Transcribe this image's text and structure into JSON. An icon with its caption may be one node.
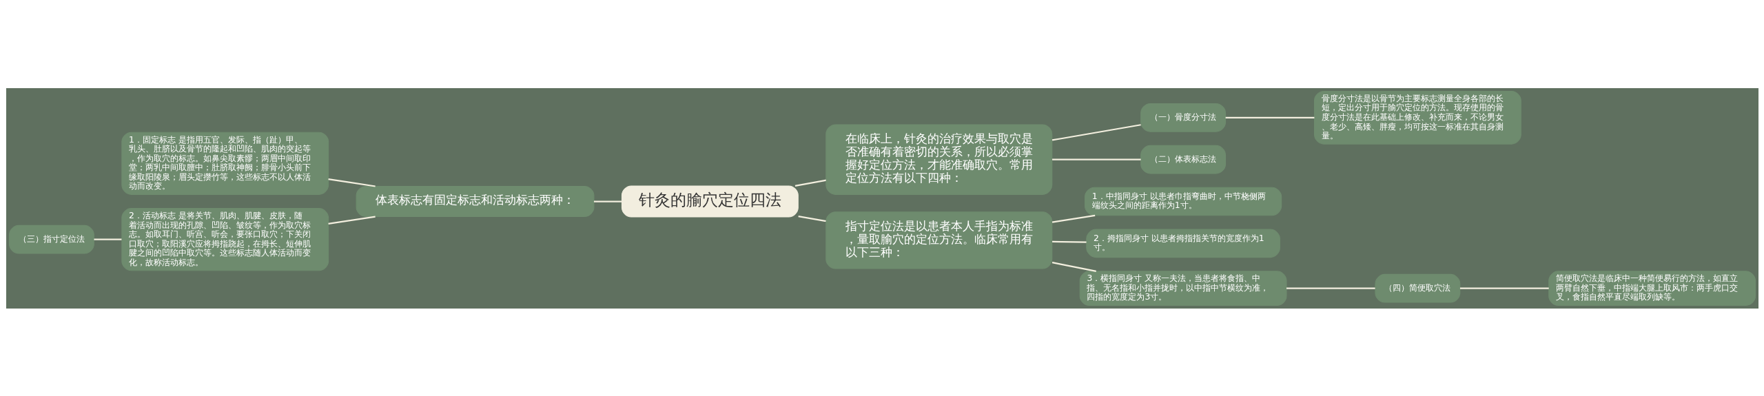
{
  "diagram": {
    "nodes": [
      {
        "text": [
          "针灸的腧穴定位四法"
        ]
      },
      {
        "text": [
          "在临床上，针灸的治疗效果与取穴是否准确有着密切的关系，所以必须掌握好定位方法，才能准确取穴。常用定位方法有以下四种："
        ]
      },
      {
        "text": [
          "（一）骨度分寸法"
        ]
      },
      {
        "text": [
          "骨度分寸法是以骨节为主要标志测量全身各部的长短，定出分寸用于腧穴定位的方法。现存使用的骨度分寸法是在此基础上修改、补充而来，不论男女、老少、高矮、胖瘦，均可按这一标准在其自身测量。"
        ]
      },
      {
        "text": [
          "（二）体表标志法"
        ]
      },
      {
        "text": [
          "指寸定位法是以患者本人手指为标准，量取腧穴的定位方法。临床常用有以下三种："
        ]
      },
      {
        "text": [
          "1．中指同身寸 以患者巾指弯曲时，中节桡侧两端纹头之间的距离作为1寸。"
        ]
      },
      {
        "text": [
          "2．拇指同身寸 以患者拇指指关节的宽度作为1寸。"
        ]
      },
      {
        "text": [
          "3．横指同身寸 又称一夫法，当患者将食指、中指、无名指和小指并拢时，以中指中节横纹为准，四指的宽度定为3寸。"
        ]
      },
      {
        "text": [
          "（四）简便取穴法"
        ]
      },
      {
        "text": [
          "简便取穴法是临床中一种简便易行的方法，如直立两臂自然下垂，中指端大腿上取风市：两手虎口交叉，食指自然平直尽端取列缺等。"
        ]
      },
      {
        "text": [
          "体表标志有固定标志和活动标志两种："
        ]
      },
      {
        "text": [
          "1．固定标志 是指用五官、发际、指（趾）甲、乳头、肚脐以及骨节的隆起和凹陷、肌肉的突起等，作为取穴的标志。如鼻尖取素髎；两眉中间取印堂；两乳中间取膻中；肚脐取神阙；腓骨小头前下缘取阳陵泉；眉头定攒竹等，这些标志不以人体活动而改变。"
        ]
      },
      {
        "text": [
          "2．活动标志 是将关节、肌肉、肌腱、皮肤，随着活动而出现的孔隙、凹陷、皱纹等，作为取穴标志。如取耳门、听宫、听会，要张口取穴；下关闭口取穴；取阳溪穴应将拇指跷起，在拇长、短伸肌腱之间的凹陷中取穴等。这些标志随人体活动而变化，故称活动标志。"
        ]
      },
      {
        "text": [
          "（三）指寸定位法"
        ]
      }
    ],
    "edges": [
      {
        "from": 0,
        "to": 1,
        "arrow": "none"
      },
      {
        "from": 1,
        "to": 2,
        "arrow": "none"
      },
      {
        "from": 2,
        "to": 3,
        "arrow": "none"
      },
      {
        "from": 1,
        "to": 4,
        "arrow": "none"
      },
      {
        "from": 0,
        "to": 5,
        "arrow": "none"
      },
      {
        "from": 5,
        "to": 6,
        "arrow": "none"
      },
      {
        "from": 5,
        "to": 7,
        "arrow": "none"
      },
      {
        "from": 5,
        "to": 8,
        "arrow": "none"
      },
      {
        "from": 8,
        "to": 9,
        "arrow": "none"
      },
      {
        "from": 9,
        "to": 10,
        "arrow": "none"
      },
      {
        "from": 0,
        "to": 11,
        "arrow": "none"
      },
      {
        "from": 11,
        "to": 12,
        "arrow": "none"
      },
      {
        "from": 11,
        "to": 13,
        "arrow": "none"
      },
      {
        "from": 13,
        "to": 14,
        "arrow": "none"
      }
    ]
  }
}
